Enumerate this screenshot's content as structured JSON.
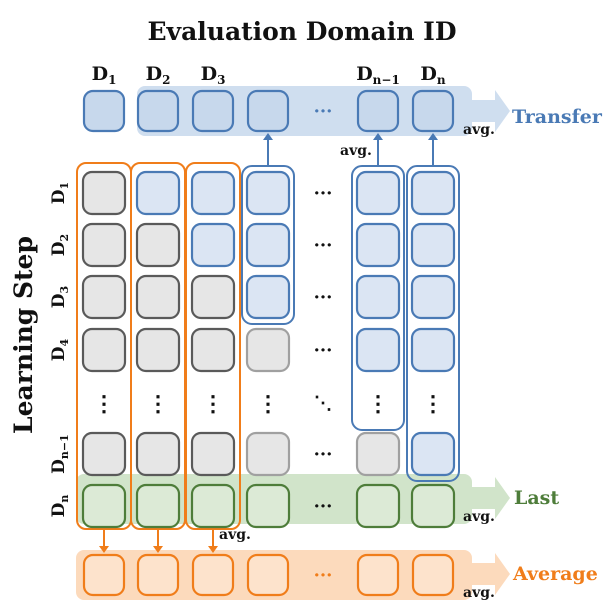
{
  "title": "Evaluation Domain ID",
  "y_axis_label": "Learning Step",
  "column_labels": [
    {
      "base": "D",
      "sub": "1"
    },
    {
      "base": "D",
      "sub": "2"
    },
    {
      "base": "D",
      "sub": "3"
    },
    {
      "base": "",
      "sub": ""
    },
    {
      "base": "D",
      "sub": "n−1"
    },
    {
      "base": "D",
      "sub": "n"
    }
  ],
  "row_labels": [
    {
      "base": "D",
      "sub": "1"
    },
    {
      "base": "D",
      "sub": "2"
    },
    {
      "base": "D",
      "sub": "3"
    },
    {
      "base": "D",
      "sub": "4"
    },
    {
      "base": "",
      "sub": ""
    },
    {
      "base": "D",
      "sub": "n−1"
    },
    {
      "base": "D",
      "sub": "n"
    }
  ],
  "ellipsis_h": "···",
  "ellipsis_v": "⋮",
  "ellipsis_diag": "⋱",
  "transfer_label": "Transfer",
  "last_label": "Last",
  "average_label": "Average",
  "avg_label": "avg.",
  "colors": {
    "blue_stroke": "#4a7ab5",
    "blue_fill": "#dbe5f3",
    "blue_band": "#c7d8ec",
    "blue_text": "#4a7ab5",
    "gray_stroke": "#5a5a5a",
    "gray_light_stroke": "#a0a0a0",
    "gray_fill": "#e6e6e6",
    "green_stroke": "#4e7d3a",
    "green_fill": "#dcead6",
    "green_band": "#c9dfc1",
    "green_text": "#4e7d3a",
    "orange_stroke": "#f07d1a",
    "orange_fill": "#fde3cc",
    "orange_band": "#fcd3b0",
    "orange_text": "#f07d1a"
  }
}
